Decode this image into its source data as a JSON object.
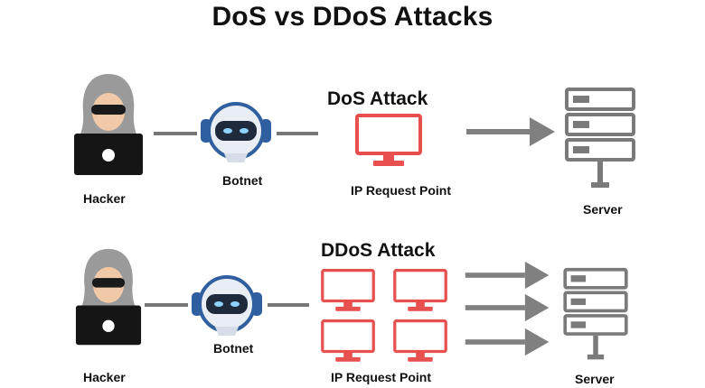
{
  "diagram": {
    "title": "DoS vs DDoS Attacks",
    "dos": {
      "heading": "DoS Attack",
      "hacker_label": "Hacker",
      "botnet_label": "Botnet",
      "ip_label": "IP Request Point",
      "server_label": "Server"
    },
    "ddos": {
      "heading": "DDoS Attack",
      "hacker_label": "Hacker",
      "botnet_label": "Botnet",
      "ip_label": "IP Request Point",
      "server_label": "Server"
    },
    "colors": {
      "monitor_red": "#e84f4f",
      "arrow_gray": "#808080",
      "server_gray": "#7a7a7a",
      "robot_blue": "#2f5f9e"
    },
    "icons": [
      "hacker-icon",
      "robot-icon",
      "monitor-icon",
      "server-icon",
      "arrow-icon"
    ]
  }
}
